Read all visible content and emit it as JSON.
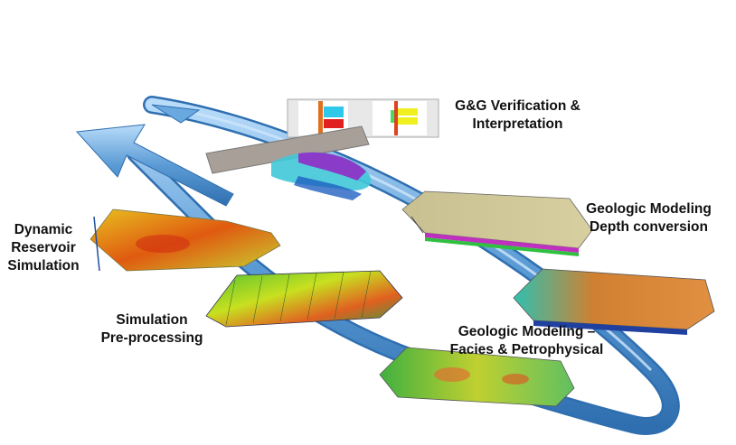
{
  "diagram": {
    "stages": [
      {
        "id": "gg",
        "lines": [
          "G&G Verification &",
          "Interpretation"
        ]
      },
      {
        "id": "depth",
        "lines": [
          "Geologic Modeling",
          "Depth conversion"
        ]
      },
      {
        "id": "facies",
        "lines": [
          "Geologic Modeling –",
          "Facies & Petrophysical"
        ]
      },
      {
        "id": "preproc",
        "lines": [
          "Simulation",
          "Pre-processing"
        ]
      },
      {
        "id": "dynamic",
        "lines": [
          "Dynamic",
          "Reservoir",
          "Simulation"
        ]
      }
    ],
    "colors": {
      "arrow": "#5b9bd5",
      "arrow_dark": "#2f6fb0",
      "arrow_light": "#a9d0f5"
    }
  }
}
